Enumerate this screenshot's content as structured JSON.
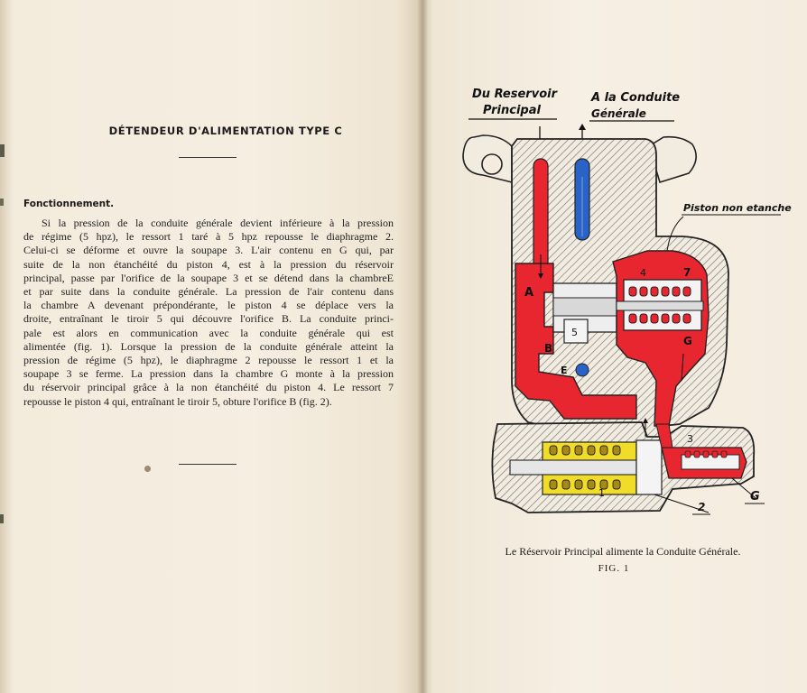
{
  "left_page": {
    "title": "DÉTENDEUR D'ALIMENTATION TYPE C",
    "section": "Fonctionnement.",
    "lines": [
      "Si la pression de la conduite générale devient inférieure à la pression",
      "de régime (5 hpz), le ressort 1 taré à 5 hpz repousse le diaphragme 2.",
      "Celui-ci se déforme et ouvre la soupape 3. L'air contenu en G qui, par",
      "suite de la non étanchéité du piston 4, est à la pression du réservoir",
      "principal, passe par l'orifice de la soupape 3 et se détend dans la chambreE",
      "et par suite dans la conduite générale. La pression de l'air contenu dans",
      "la chambre A devenant prépondérante, le piston 4 se déplace vers la",
      "droite, entraînant le tiroir 5 qui découvre l'orifice B. La conduite princi-",
      "pale est alors en communication avec la conduite générale qui est",
      "alimentée (fig. 1). Lorsque la pression de la conduite générale atteint la",
      "pression de régime (5 hpz), le diaphragme 2 repousse le ressort 1 et la",
      "soupape 3 se ferme. La pression dans la chambre G monte à la pression",
      "du réservoir principal grâce à la non étanchéité du piston 4. Le ressort 7",
      "repousse le piston 4 qui, entraînant le tiroir 5, obture l'orifice B (fig. 2)."
    ]
  },
  "right_page": {
    "label_inlet": [
      "Du Reservoir",
      "Principal"
    ],
    "label_outlet": [
      "A la Conduite",
      "Générale"
    ],
    "label_piston": "Piston non etanche",
    "part_labels": {
      "A": "A",
      "B": "B",
      "E": "E",
      "G": "G",
      "n1": "1",
      "n2": "2",
      "n3": "3",
      "n4": "4",
      "n5": "5",
      "n7": "7",
      "G_bottom": "G"
    },
    "caption": "Le Réservoir Principal alimente la Conduite Générale.",
    "fig": "FIG. 1"
  },
  "colors": {
    "red": "#e8262f",
    "blue": "#2a63c8",
    "yellow": "#f2dc2a",
    "hatch": "#7a7a7a",
    "paper": "#f4ecdf"
  }
}
